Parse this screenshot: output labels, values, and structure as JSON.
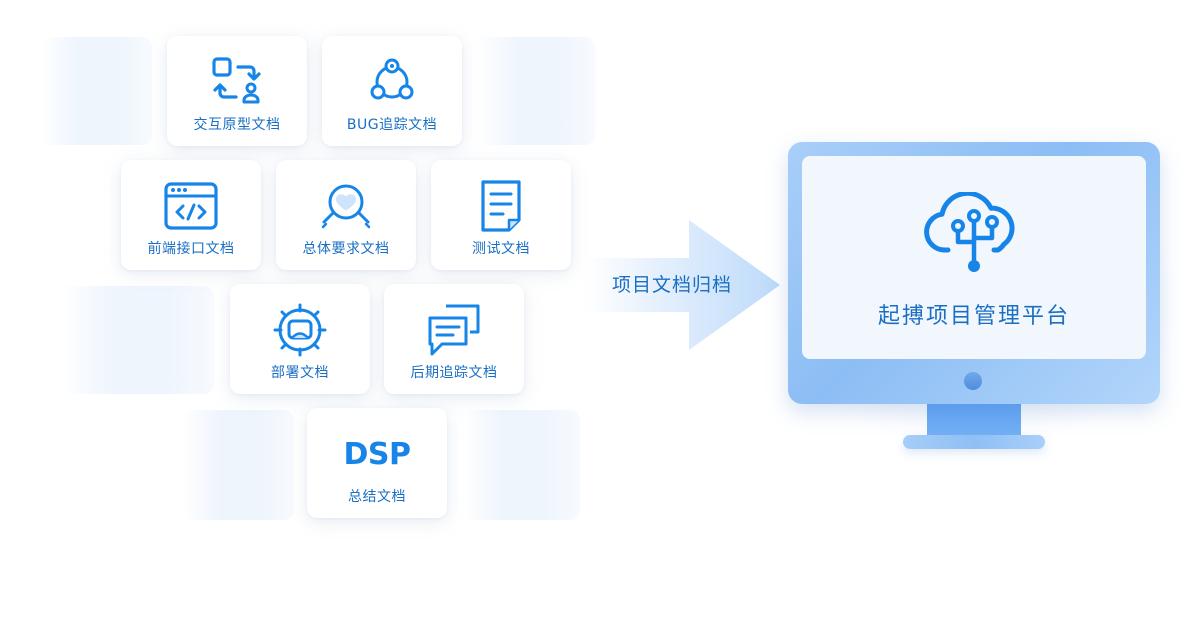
{
  "cards": [
    {
      "label": "交互原型文档",
      "icon": "prototype-icon"
    },
    {
      "label": "BUG追踪文档",
      "icon": "bug-network-icon"
    },
    {
      "label": "前端接口文档",
      "icon": "code-window-icon"
    },
    {
      "label": "总体要求文档",
      "icon": "heart-search-icon"
    },
    {
      "label": "测试文档",
      "icon": "document-icon"
    },
    {
      "label": "部署文档",
      "icon": "deploy-gear-icon"
    },
    {
      "label": "后期追踪文档",
      "icon": "chat-bubbles-icon"
    },
    {
      "label": "总结文档",
      "icon": "dsp-logo",
      "logo_text": "DSP"
    }
  ],
  "arrow": {
    "label": "项目文档归档"
  },
  "platform": {
    "title": "起搏项目管理平台",
    "icon": "cloud-circuit-icon"
  },
  "colors": {
    "accent": "#1785e8",
    "text": "#1a6fc4",
    "monitor": "#8cbdf4"
  }
}
